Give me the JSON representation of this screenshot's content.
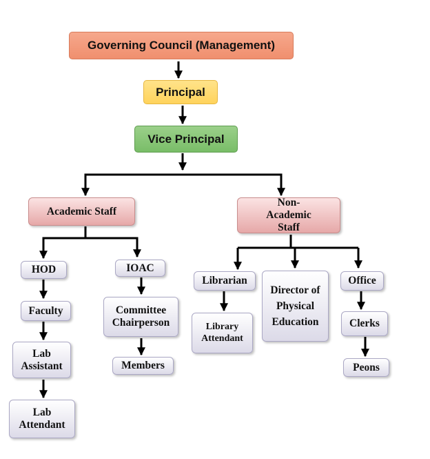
{
  "nodes": {
    "governing_council": "Governing Council (Management)",
    "principal": "Principal",
    "vice_principal": "Vice Principal",
    "academic_staff": "Academic Staff",
    "non_academic_staff": "Non-Academic Staff",
    "hod": "HOD",
    "faculty": "Faculty",
    "lab_assistant": "Lab Assistant",
    "lab_attendant": "Lab Attendant",
    "ioac": "IOAC",
    "committee_chairperson": "Committee Chairperson",
    "members": "Members",
    "librarian": "Librarian",
    "library_attendant": "Library Attendant",
    "director_physical_education": "Director of Physical Education",
    "office": "Office",
    "clerks": "Clerks",
    "peons": "Peons"
  },
  "colors": {
    "governing_council": "#f39b7c",
    "principal": "#ffdb73",
    "vice_principal": "#8ac77a",
    "staff_group": "#eab4b4",
    "role": "#e6e4f0",
    "connector": "#000000"
  }
}
